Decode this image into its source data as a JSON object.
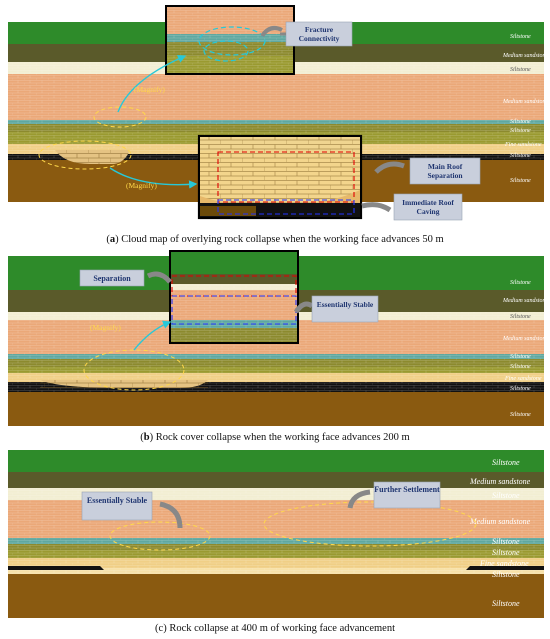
{
  "panel_a": {
    "label": "a",
    "caption": "Cloud map of overlying rock collapse when the working face advances 50 m",
    "callouts": {
      "fracture": "Fracture Connectivity",
      "main_roof": "Main Roof Separation",
      "immediate": "Immediate Roof Caving"
    },
    "magnify": "(Magnify)",
    "layers": [
      "Siltstone",
      "Medium sandstone",
      "Siltstone",
      "Medium sandstone",
      "Siltstone",
      "Siltstone",
      "Fine sandstone",
      "Siltstone",
      "Siltstone"
    ]
  },
  "panel_b": {
    "label": "b",
    "caption": "Rock cover collapse when the working face advances 200 m",
    "callouts": {
      "separation": "Separation",
      "stable": "Essentially Stable"
    },
    "magnify": "(Magnify)",
    "layers": [
      "Siltstone",
      "Medium sandstone",
      "Siltstone",
      "Medium sandstone",
      "Siltstone",
      "Siltstone",
      "Fine sandstone",
      "Siltstone",
      "Siltstone"
    ]
  },
  "panel_c": {
    "label": "c",
    "caption": "Rock collapse at 400 m of working face advancement",
    "callouts": {
      "stable": "Essentially Stable",
      "settlement": "Further Settlement"
    },
    "layers": [
      "Siltstone",
      "Medium sandstone",
      "Siltstone",
      "Medium sandstone",
      "Siltstone",
      "Siltstone",
      "Fine sandstone",
      "Siltstone",
      "Siltstone"
    ]
  },
  "colors": {
    "green": "#2e8b2a",
    "dark_olive": "#5a5a2a",
    "cream": "#f2eed2",
    "salmon": "#eba878",
    "teal": "#5fa8a0",
    "olive": "#8c8a2e",
    "fine_sand": "#f0cf86",
    "brown": "#8a5a10",
    "callout": "#c9cfdc",
    "text_blue": "#1f3570",
    "yellow": "#ffd84a",
    "cyan": "#27c8d8"
  }
}
